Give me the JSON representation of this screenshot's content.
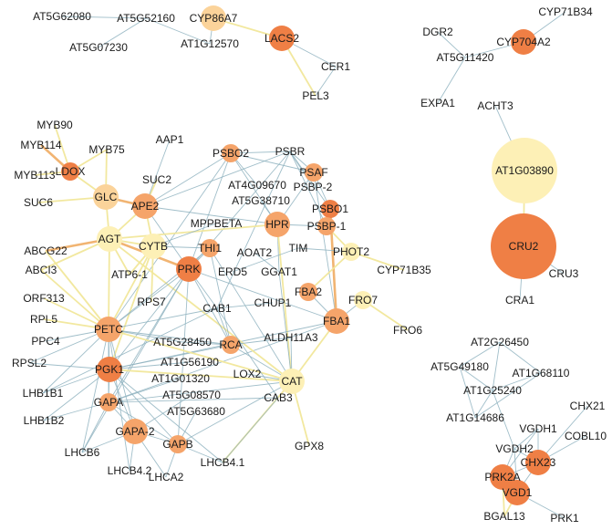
{
  "colors": {
    "edge_gray": "#8fb3c0",
    "edge_yellow": "#f1e79a",
    "edge_orange": "#f0b06a",
    "node_dark": "#ef7f45",
    "node_mid": "#f5a46a",
    "node_light": "#fbd39a",
    "node_pale": "#fdf0b6"
  },
  "nodes": [
    {
      "id": "AT5G62080",
      "label": "AT5G62080",
      "color": "none"
    },
    {
      "id": "AT5G52160",
      "label": "AT5G52160",
      "color": "none"
    },
    {
      "id": "AT5G07230",
      "label": "AT5G07230",
      "color": "none"
    },
    {
      "id": "CYP86A7",
      "label": "CYP86A7",
      "color": "node_light",
      "size": "m"
    },
    {
      "id": "AT1G12570",
      "label": "AT1G12570",
      "color": "none"
    },
    {
      "id": "LACS2",
      "label": "LACS2",
      "color": "node_dark",
      "size": "m"
    },
    {
      "id": "CER1",
      "label": "CER1",
      "color": "none"
    },
    {
      "id": "PEL3",
      "label": "PEL3",
      "color": "none"
    },
    {
      "id": "CYP71B34",
      "label": "CYP71B34",
      "color": "none"
    },
    {
      "id": "DGR2",
      "label": "DGR2",
      "color": "none"
    },
    {
      "id": "CYP704A2",
      "label": "CYP704A2",
      "color": "node_dark",
      "size": "m"
    },
    {
      "id": "AT5G11420",
      "label": "AT5G11420",
      "color": "none"
    },
    {
      "id": "EXPA1",
      "label": "EXPA1",
      "color": "none"
    },
    {
      "id": "ACHT3",
      "label": "ACHT3",
      "color": "none"
    },
    {
      "id": "AT1G03890",
      "label": "AT1G03890",
      "color": "node_pale",
      "size": "xl"
    },
    {
      "id": "CRU2",
      "label": "CRU2",
      "color": "node_dark",
      "size": "xxl"
    },
    {
      "id": "CRU3",
      "label": "CRU3",
      "color": "none"
    },
    {
      "id": "CRA1",
      "label": "CRA1",
      "color": "none"
    },
    {
      "id": "MYB90",
      "label": "MYB90",
      "color": "none"
    },
    {
      "id": "MYB114",
      "label": "MYB114",
      "color": "none"
    },
    {
      "id": "MYB75",
      "label": "MYB75",
      "color": "none"
    },
    {
      "id": "MYB113",
      "label": "MYB113",
      "color": "none"
    },
    {
      "id": "LDOX",
      "label": "LDOX",
      "color": "node_dark",
      "size": "s"
    },
    {
      "id": "AAP1",
      "label": "AAP1",
      "color": "none"
    },
    {
      "id": "SUC2",
      "label": "SUC2",
      "color": "none"
    },
    {
      "id": "GLC",
      "label": "GLC",
      "color": "node_light",
      "size": "m"
    },
    {
      "id": "SUC6",
      "label": "SUC6",
      "color": "none"
    },
    {
      "id": "APE2",
      "label": "APE2",
      "color": "node_mid",
      "size": "m"
    },
    {
      "id": "PSBO2",
      "label": "PSBO2",
      "color": "node_mid",
      "size": "s"
    },
    {
      "id": "PSBR",
      "label": "PSBR",
      "color": "none"
    },
    {
      "id": "PSAF",
      "label": "PSAF",
      "color": "node_mid",
      "size": "s"
    },
    {
      "id": "AT4G09670",
      "label": "AT4G09670",
      "color": "none"
    },
    {
      "id": "PSBP-2",
      "label": "PSBP-2",
      "color": "none"
    },
    {
      "id": "AT5G38710",
      "label": "AT5G38710",
      "color": "none"
    },
    {
      "id": "PSBO1",
      "label": "PSBO1",
      "color": "node_dark",
      "size": "s"
    },
    {
      "id": "MPPBETA",
      "label": "MPPBETA",
      "color": "none"
    },
    {
      "id": "HPR",
      "label": "HPR",
      "color": "node_mid",
      "size": "m"
    },
    {
      "id": "PSBP-1",
      "label": "PSBP-1",
      "color": "node_mid",
      "size": "s"
    },
    {
      "id": "AGT",
      "label": "AGT",
      "color": "node_pale",
      "size": "m"
    },
    {
      "id": "CYTB",
      "label": "CYTB",
      "color": "node_pale",
      "size": "m"
    },
    {
      "id": "THI1",
      "label": "THI1",
      "color": "node_mid",
      "size": "s"
    },
    {
      "id": "TIM",
      "label": "TIM",
      "color": "none"
    },
    {
      "id": "PHOT2",
      "label": "PHOT2",
      "color": "node_pale",
      "size": "s"
    },
    {
      "id": "ABCG22",
      "label": "ABCG22",
      "color": "none"
    },
    {
      "id": "AOAT2",
      "label": "AOAT2",
      "color": "none"
    },
    {
      "id": "PRK",
      "label": "PRK",
      "color": "node_dark",
      "size": "m"
    },
    {
      "id": "ABCI3",
      "label": "ABCI3",
      "color": "none"
    },
    {
      "id": "ERD5",
      "label": "ERD5",
      "color": "none"
    },
    {
      "id": "GGAT1",
      "label": "GGAT1",
      "color": "none"
    },
    {
      "id": "CYP71B35",
      "label": "CYP71B35",
      "color": "none"
    },
    {
      "id": "ATP6-1",
      "label": "ATP6-1",
      "color": "none"
    },
    {
      "id": "FRO7",
      "label": "FRO7",
      "color": "node_pale",
      "size": "s"
    },
    {
      "id": "FBA2",
      "label": "FBA2",
      "color": "node_mid",
      "size": "s"
    },
    {
      "id": "ORF313",
      "label": "ORF313",
      "color": "none"
    },
    {
      "id": "RPS7",
      "label": "RPS7",
      "color": "none"
    },
    {
      "id": "CHUP1",
      "label": "CHUP1",
      "color": "none"
    },
    {
      "id": "CAB1",
      "label": "CAB1",
      "color": "none"
    },
    {
      "id": "RPL5",
      "label": "RPL5",
      "color": "none"
    },
    {
      "id": "FBA1",
      "label": "FBA1",
      "color": "node_mid",
      "size": "m"
    },
    {
      "id": "FRO6",
      "label": "FRO6",
      "color": "none"
    },
    {
      "id": "PETC",
      "label": "PETC",
      "color": "node_mid",
      "size": "m"
    },
    {
      "id": "PPC4",
      "label": "PPC4",
      "color": "none"
    },
    {
      "id": "AT5G28450",
      "label": "AT5G28450",
      "color": "none"
    },
    {
      "id": "ALDH11A3",
      "label": "ALDH11A3",
      "color": "none"
    },
    {
      "id": "RCA",
      "label": "RCA",
      "color": "node_mid",
      "size": "s"
    },
    {
      "id": "AT1G56190",
      "label": "AT1G56190",
      "color": "none"
    },
    {
      "id": "RPSL2",
      "label": "RPSL2",
      "color": "none"
    },
    {
      "id": "PGK1",
      "label": "PGK1",
      "color": "node_dark",
      "size": "m"
    },
    {
      "id": "LHB1B1",
      "label": "LHB1B1",
      "color": "none"
    },
    {
      "id": "AT1G01320",
      "label": "AT1G01320",
      "color": "none"
    },
    {
      "id": "LOX2",
      "label": "LOX2",
      "color": "none"
    },
    {
      "id": "CAT",
      "label": "CAT",
      "color": "node_pale",
      "size": "m"
    },
    {
      "id": "GAPA",
      "label": "GAPA",
      "color": "node_mid",
      "size": "s"
    },
    {
      "id": "AT5G08570",
      "label": "AT5G08570",
      "color": "none"
    },
    {
      "id": "CAB3",
      "label": "CAB3",
      "color": "none"
    },
    {
      "id": "LHB1B2",
      "label": "LHB1B2",
      "color": "none"
    },
    {
      "id": "AT5G63680",
      "label": "AT5G63680",
      "color": "none"
    },
    {
      "id": "GAPA-2",
      "label": "GAPA-2",
      "color": "node_mid",
      "size": "m"
    },
    {
      "id": "GPX8",
      "label": "GPX8",
      "color": "none"
    },
    {
      "id": "GAPB",
      "label": "GAPB",
      "color": "node_mid",
      "size": "s"
    },
    {
      "id": "LHCB6",
      "label": "LHCB6",
      "color": "none"
    },
    {
      "id": "LHCB4.2",
      "label": "LHCB4.2",
      "color": "none"
    },
    {
      "id": "LHCB4.1",
      "label": "LHCB4.1",
      "color": "none"
    },
    {
      "id": "LHCA2",
      "label": "LHCA2",
      "color": "none"
    },
    {
      "id": "AT2G26450",
      "label": "AT2G26450",
      "color": "none"
    },
    {
      "id": "AT5G49180",
      "label": "AT5G49180",
      "color": "none"
    },
    {
      "id": "AT1G68110",
      "label": "AT1G68110",
      "color": "none"
    },
    {
      "id": "AT1G25240",
      "label": "AT1G25240",
      "color": "none"
    },
    {
      "id": "AT1G14686",
      "label": "AT1G14686",
      "color": "none"
    },
    {
      "id": "CHX21",
      "label": "CHX21",
      "color": "none"
    },
    {
      "id": "VGDH1",
      "label": "VGDH1",
      "color": "none"
    },
    {
      "id": "COBL10",
      "label": "COBL10",
      "color": "none"
    },
    {
      "id": "VGDH2",
      "label": "VGDH2",
      "color": "none"
    },
    {
      "id": "CHX23",
      "label": "CHX23",
      "color": "node_dark",
      "size": "m"
    },
    {
      "id": "PRK2A",
      "label": "PRK2A",
      "color": "node_dark",
      "size": "m"
    },
    {
      "id": "VGD1",
      "label": "VGD1",
      "color": "node_dark",
      "size": "m"
    },
    {
      "id": "BGAL13",
      "label": "BGAL13",
      "color": "none"
    },
    {
      "id": "PRK1",
      "label": "PRK1",
      "color": "none"
    }
  ],
  "edges": [
    [
      "AT5G62080",
      "AT5G52160",
      "edge_gray"
    ],
    [
      "AT5G52160",
      "AT5G07230",
      "edge_gray"
    ],
    [
      "AT5G52160",
      "AT1G12570",
      "edge_gray"
    ],
    [
      "AT1G12570",
      "CYP86A7",
      "edge_gray"
    ],
    [
      "CYP86A7",
      "LACS2",
      "edge_yellow"
    ],
    [
      "LACS2",
      "CER1",
      "edge_gray"
    ],
    [
      "LACS2",
      "PEL3",
      "edge_yellow"
    ],
    [
      "CER1",
      "PEL3",
      "edge_gray"
    ],
    [
      "CYP71B34",
      "CYP704A2",
      "edge_gray"
    ],
    [
      "DGR2",
      "AT5G11420",
      "edge_gray"
    ],
    [
      "AT5G11420",
      "CYP704A2",
      "edge_gray"
    ],
    [
      "AT5G11420",
      "EXPA1",
      "edge_gray"
    ],
    [
      "ACHT3",
      "AT1G03890",
      "edge_gray"
    ],
    [
      "AT1G03890",
      "CRU2",
      "edge_yellow"
    ],
    [
      "CRU2",
      "CRU3",
      "edge_gray"
    ],
    [
      "CRU2",
      "CRA1",
      "edge_gray"
    ],
    [
      "MYB90",
      "LDOX",
      "edge_yellow"
    ],
    [
      "MYB114",
      "LDOX",
      "edge_orange"
    ],
    [
      "MYB75",
      "LDOX",
      "edge_yellow"
    ],
    [
      "MYB113",
      "LDOX",
      "edge_yellow"
    ],
    [
      "LDOX",
      "GLC",
      "edge_yellow"
    ],
    [
      "MYB75",
      "GLC",
      "edge_yellow"
    ],
    [
      "SUC6",
      "GLC",
      "edge_yellow"
    ],
    [
      "SUC2",
      "APE2",
      "edge_yellow"
    ],
    [
      "AAP1",
      "APE2",
      "edge_gray"
    ],
    [
      "GLC",
      "APE2",
      "edge_orange"
    ],
    [
      "GLC",
      "AGT",
      "edge_yellow"
    ],
    [
      "APE2",
      "AGT",
      "edge_yellow"
    ],
    [
      "APE2",
      "PSBO2",
      "edge_gray"
    ],
    [
      "APE2",
      "PSBR",
      "edge_gray"
    ],
    [
      "APE2",
      "CYTB",
      "edge_yellow"
    ],
    [
      "APE2",
      "HPR",
      "edge_gray"
    ],
    [
      "APE2",
      "PRK",
      "edge_gray"
    ],
    [
      "PSBO2",
      "PSBR",
      "edge_gray"
    ],
    [
      "PSBO2",
      "PSAF",
      "edge_gray"
    ],
    [
      "PSBO2",
      "HPR",
      "edge_gray"
    ],
    [
      "PSBO2",
      "PRK",
      "edge_gray"
    ],
    [
      "PSBO2",
      "PETC",
      "edge_gray"
    ],
    [
      "PSBR",
      "PSAF",
      "edge_gray"
    ],
    [
      "PSBR",
      "PSBO1",
      "edge_gray"
    ],
    [
      "PSBR",
      "PSBP-1",
      "edge_gray"
    ],
    [
      "PSBR",
      "PRK",
      "edge_gray"
    ],
    [
      "PSBR",
      "CAB1",
      "edge_gray"
    ],
    [
      "PSAF",
      "PSBO1",
      "edge_gray"
    ],
    [
      "PSAF",
      "HPR",
      "edge_gray"
    ],
    [
      "PSAF",
      "FBA1",
      "edge_gray"
    ],
    [
      "PSBO1",
      "PSBP-1",
      "edge_gray"
    ],
    [
      "PSBO1",
      "FBA1",
      "edge_orange"
    ],
    [
      "PSBP-1",
      "PHOT2",
      "edge_yellow"
    ],
    [
      "HPR",
      "PSBP-1",
      "edge_gray"
    ],
    [
      "HPR",
      "GGAT1",
      "edge_gray"
    ],
    [
      "HPR",
      "AGT",
      "edge_yellow"
    ],
    [
      "HPR",
      "CAT",
      "edge_yellow"
    ],
    [
      "PHOT2",
      "CYP71B35",
      "edge_yellow"
    ],
    [
      "PHOT2",
      "FBA2",
      "edge_yellow"
    ],
    [
      "PHOT2",
      "TIM",
      "edge_gray"
    ],
    [
      "FRO7",
      "FBA1",
      "edge_gray"
    ],
    [
      "FRO7",
      "FRO6",
      "edge_yellow"
    ],
    [
      "FBA2",
      "FBA1",
      "edge_gray"
    ],
    [
      "FBA1",
      "CAT",
      "edge_yellow"
    ],
    [
      "FBA1",
      "PRK",
      "edge_gray"
    ],
    [
      "FBA1",
      "PGK1",
      "edge_gray"
    ],
    [
      "FBA1",
      "GAPA",
      "edge_gray"
    ],
    [
      "ABCG22",
      "AGT",
      "edge_orange"
    ],
    [
      "ABCG22",
      "PETC",
      "edge_yellow"
    ],
    [
      "ABCI3",
      "AGT",
      "edge_yellow"
    ],
    [
      "ABCI3",
      "PETC",
      "edge_yellow"
    ],
    [
      "AGT",
      "CYTB",
      "edge_yellow"
    ],
    [
      "AGT",
      "PETC",
      "edge_yellow"
    ],
    [
      "AGT",
      "PRK",
      "edge_orange"
    ],
    [
      "AGT",
      "CAT",
      "edge_yellow"
    ],
    [
      "AGT",
      "ATP6-1",
      "edge_yellow"
    ],
    [
      "CYTB",
      "ATP6-1",
      "edge_yellow"
    ],
    [
      "CYTB",
      "PETC",
      "edge_yellow"
    ],
    [
      "CYTB",
      "PGK1",
      "edge_yellow"
    ],
    [
      "CYTB",
      "THI1",
      "edge_gray"
    ],
    [
      "CYTB",
      "RPS7",
      "edge_yellow"
    ],
    [
      "PRK",
      "THI1",
      "edge_gray"
    ],
    [
      "PRK",
      "PETC",
      "edge_gray"
    ],
    [
      "PRK",
      "PGK1",
      "edge_gray"
    ],
    [
      "PRK",
      "GAPA",
      "edge_gray"
    ],
    [
      "PRK",
      "GAPB",
      "edge_gray"
    ],
    [
      "PRK",
      "RCA",
      "edge_gray"
    ],
    [
      "PRK",
      "CAB1",
      "edge_gray"
    ],
    [
      "PRK",
      "LHCB6",
      "edge_gray"
    ],
    [
      "THI1",
      "RCA",
      "edge_gray"
    ],
    [
      "THI1",
      "PETC",
      "edge_gray"
    ],
    [
      "THI1",
      "CAT",
      "edge_gray"
    ],
    [
      "PETC",
      "PGK1",
      "edge_gray"
    ],
    [
      "PETC",
      "GAPA",
      "edge_gray"
    ],
    [
      "PETC",
      "GAPA-2",
      "edge_gray"
    ],
    [
      "PETC",
      "LHCB6",
      "edge_gray"
    ],
    [
      "PETC",
      "LHCB4.2",
      "edge_gray"
    ],
    [
      "PETC",
      "RCA",
      "edge_gray"
    ],
    [
      "PETC",
      "CAB1",
      "edge_gray"
    ],
    [
      "PETC",
      "LHB1B1",
      "edge_gray"
    ],
    [
      "PETC",
      "RPL5",
      "edge_yellow"
    ],
    [
      "PETC",
      "PPC4",
      "edge_gray"
    ],
    [
      "PETC",
      "ORF313",
      "edge_yellow"
    ],
    [
      "PETC",
      "RPSL2",
      "edge_gray"
    ],
    [
      "PGK1",
      "GAPA",
      "edge_gray"
    ],
    [
      "PGK1",
      "GAPA-2",
      "edge_gray"
    ],
    [
      "PGK1",
      "GAPB",
      "edge_gray"
    ],
    [
      "PGK1",
      "RCA",
      "edge_gray"
    ],
    [
      "PGK1",
      "CAT",
      "edge_yellow"
    ],
    [
      "PGK1",
      "LHB1B1",
      "edge_gray"
    ],
    [
      "PGK1",
      "LHB1B2",
      "edge_gray"
    ],
    [
      "PGK1",
      "RPSL2",
      "edge_gray"
    ],
    [
      "GAPA",
      "GAPA-2",
      "edge_gray"
    ],
    [
      "GAPA",
      "GAPB",
      "edge_gray"
    ],
    [
      "GAPA",
      "LHB1B2",
      "edge_gray"
    ],
    [
      "GAPA",
      "LHCB6",
      "edge_gray"
    ],
    [
      "GAPA",
      "CAB3",
      "edge_gray"
    ],
    [
      "GAPA-2",
      "GAPB",
      "edge_gray"
    ],
    [
      "GAPA-2",
      "LHCB4.2",
      "edge_gray"
    ],
    [
      "GAPA-2",
      "LHCA2",
      "edge_gray"
    ],
    [
      "GAPA-2",
      "LHCB6",
      "edge_gray"
    ],
    [
      "GAPB",
      "LHCB4.1",
      "edge_gray"
    ],
    [
      "GAPB",
      "LHCA2",
      "edge_gray"
    ],
    [
      "GAPB",
      "CAT",
      "edge_gray"
    ],
    [
      "LHCB4.1",
      "CAT",
      "edge_yellow"
    ],
    [
      "LHCB4.1",
      "CAB3",
      "edge_gray"
    ],
    [
      "LHCB4.1",
      "PGK1",
      "edge_gray"
    ],
    [
      "CAT",
      "GPX8",
      "edge_yellow"
    ],
    [
      "CAT",
      "ALDH11A3",
      "edge_gray"
    ],
    [
      "CAT",
      "RCA",
      "edge_gray"
    ],
    [
      "CAT",
      "GAPA",
      "edge_gray"
    ],
    [
      "CAT",
      "PETC",
      "edge_yellow"
    ],
    [
      "CAT",
      "LOX2",
      "edge_gray"
    ],
    [
      "RCA",
      "CAB1",
      "edge_gray"
    ],
    [
      "RCA",
      "ALDH11A3",
      "edge_gray"
    ],
    [
      "RCA",
      "AT5G28450",
      "edge_gray"
    ],
    [
      "CAB1",
      "CAB3",
      "edge_gray"
    ],
    [
      "CAB1",
      "LHB1B1",
      "edge_gray"
    ],
    [
      "CAB1",
      "CHUP1",
      "edge_gray"
    ],
    [
      "GGAT1",
      "AOAT2",
      "edge_gray"
    ],
    [
      "GGAT1",
      "CAT",
      "edge_gray"
    ],
    [
      "ERD5",
      "TIM",
      "edge_gray"
    ],
    [
      "AT1G56190",
      "PGK1",
      "edge_gray"
    ],
    [
      "AT5G28450",
      "PETC",
      "edge_gray"
    ],
    [
      "AT1G01320",
      "GAPA",
      "edge_gray"
    ],
    [
      "AT5G08570",
      "GAPA-2",
      "edge_gray"
    ],
    [
      "AT5G63680",
      "GAPB",
      "edge_gray"
    ],
    [
      "AT4G09670",
      "PSBO2",
      "edge_gray"
    ],
    [
      "AT5G38710",
      "HPR",
      "edge_gray"
    ],
    [
      "MPPBETA",
      "CYTB",
      "edge_gray"
    ],
    [
      "PSBP-2",
      "PSBR",
      "edge_gray"
    ],
    [
      "AT2G26450",
      "AT5G49180",
      "edge_gray"
    ],
    [
      "AT2G26450",
      "AT1G68110",
      "edge_gray"
    ],
    [
      "AT2G26450",
      "AT1G25240",
      "edge_gray"
    ],
    [
      "AT5G49180",
      "AT1G25240",
      "edge_gray"
    ],
    [
      "AT5G49180",
      "AT1G14686",
      "edge_gray"
    ],
    [
      "AT1G68110",
      "AT1G25240",
      "edge_gray"
    ],
    [
      "AT1G68110",
      "AT1G14686",
      "edge_gray"
    ],
    [
      "AT1G25240",
      "AT1G14686",
      "edge_gray"
    ],
    [
      "AT1G25240",
      "VGDH2",
      "edge_gray"
    ],
    [
      "CHX21",
      "CHX23",
      "edge_gray"
    ],
    [
      "VGDH1",
      "VGDH2",
      "edge_gray"
    ],
    [
      "VGDH1",
      "CHX23",
      "edge_gray"
    ],
    [
      "VGDH1",
      "PRK2A",
      "edge_gray"
    ],
    [
      "VGDH2",
      "CHX23",
      "edge_gray"
    ],
    [
      "VGDH2",
      "PRK2A",
      "edge_gray"
    ],
    [
      "VGDH2",
      "VGD1",
      "edge_gray"
    ],
    [
      "COBL10",
      "CHX23",
      "edge_gray"
    ],
    [
      "CHX23",
      "VGD1",
      "edge_gray"
    ],
    [
      "CHX23",
      "PRK2A",
      "edge_gray"
    ],
    [
      "PRK2A",
      "VGD1",
      "edge_gray"
    ],
    [
      "PRK2A",
      "BGAL13",
      "edge_yellow"
    ],
    [
      "VGD1",
      "BGAL13",
      "edge_yellow"
    ],
    [
      "VGD1",
      "PRK1",
      "edge_gray"
    ]
  ]
}
